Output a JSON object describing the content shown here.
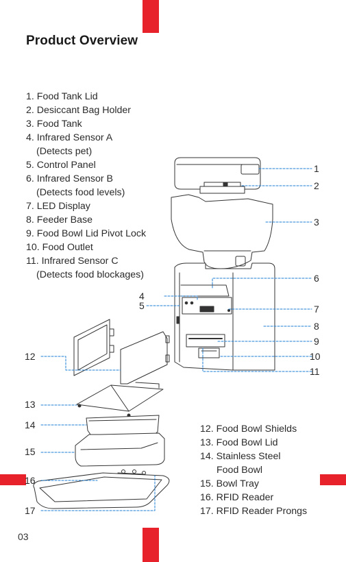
{
  "title": "Product Overview",
  "parts_a": [
    {
      "label": "1. Food Tank Lid"
    },
    {
      "label": "2. Desiccant Bag Holder"
    },
    {
      "label": "3. Food Tank"
    },
    {
      "label": "4. Infrared Sensor A",
      "sub": "(Detects pet)"
    },
    {
      "label": "5. Control Panel"
    },
    {
      "label": "6. Infrared Sensor B",
      "sub": "(Detects food levels)"
    },
    {
      "label": "7. LED Display"
    },
    {
      "label": "8. Feeder Base"
    },
    {
      "label": "9. Food Bowl Lid Pivot Lock"
    },
    {
      "label": "10. Food Outlet"
    },
    {
      "label": "11. Infrared Sensor C",
      "sub": "(Detects food blockages)"
    }
  ],
  "parts_b": [
    {
      "label": "12. Food Bowl Shields"
    },
    {
      "label": "13. Food Bowl Lid"
    },
    {
      "label": "14. Stainless Steel",
      "sub": "Food Bowl"
    },
    {
      "label": "15. Bowl Tray"
    },
    {
      "label": "16. RFID Reader"
    },
    {
      "label": "17. RFID Reader Prongs"
    }
  ],
  "callouts": {
    "c1": "1",
    "c2": "2",
    "c3": "3",
    "c4": "4",
    "c5": "5",
    "c6": "6",
    "c7": "7",
    "c8": "8",
    "c9": "9",
    "c10": "10",
    "c11": "11",
    "c12": "12",
    "c13": "13",
    "c14": "14",
    "c15": "15",
    "c16": "16",
    "c17": "17"
  },
  "page_number": "03",
  "colors": {
    "accent": "#e8222a",
    "leader": "#1e7fd6",
    "line": "#333333"
  }
}
